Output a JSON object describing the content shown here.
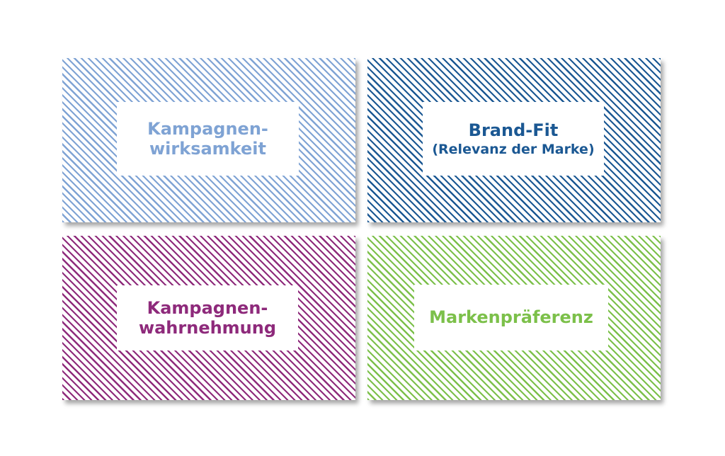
{
  "tiles": [
    {
      "lines": [
        "Kampagnen-",
        "wirksamkeit"
      ],
      "sub": "",
      "color": "#7fa3d4"
    },
    {
      "lines": [
        "Brand-Fit"
      ],
      "sub": "(Relevanz der Marke)",
      "color": "#1b5893"
    },
    {
      "lines": [
        "Kampagnen-",
        "wahrnehmung"
      ],
      "sub": "",
      "color": "#8e2a7b"
    },
    {
      "lines": [
        "Markenpräferenz"
      ],
      "sub": "",
      "color": "#7cc04a"
    }
  ]
}
